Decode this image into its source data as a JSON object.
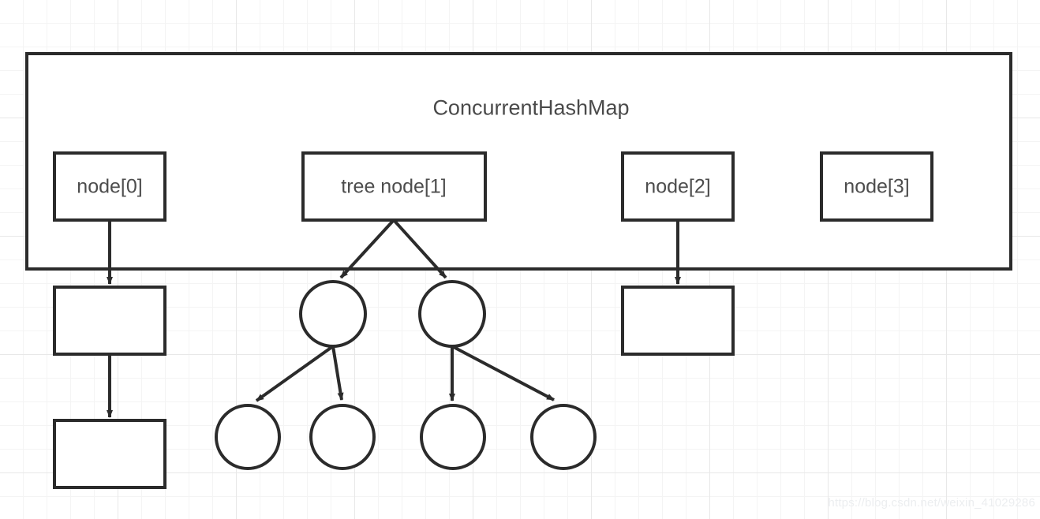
{
  "diagram": {
    "title": "ConcurrentHashMap",
    "container": {
      "label": "concurrenthashmap-container"
    },
    "buckets": [
      {
        "id": "node0",
        "label": "node[0]"
      },
      {
        "id": "node1",
        "label": "tree node[1]"
      },
      {
        "id": "node2",
        "label": "node[2]"
      },
      {
        "id": "node3",
        "label": "node[3]"
      }
    ],
    "list_nodes": [
      {
        "id": "node0-next-1",
        "label": ""
      },
      {
        "id": "node0-next-2",
        "label": ""
      },
      {
        "id": "node2-next-1",
        "label": ""
      }
    ],
    "tree_nodes": [
      {
        "id": "tree-mid-left",
        "label": ""
      },
      {
        "id": "tree-mid-right",
        "label": ""
      },
      {
        "id": "tree-leaf-1",
        "label": ""
      },
      {
        "id": "tree-leaf-2",
        "label": ""
      },
      {
        "id": "tree-leaf-3",
        "label": ""
      },
      {
        "id": "tree-leaf-4",
        "label": ""
      }
    ],
    "colors": {
      "stroke": "#2b2b2b",
      "fill": "#ffffff",
      "text": "#4d4d4d",
      "grid_minor": "#f4f4f4",
      "grid_major": "#e8e8e8",
      "watermark": "#eceef0"
    },
    "watermark": "https://blog.csdn.net/weixin_41029286"
  }
}
